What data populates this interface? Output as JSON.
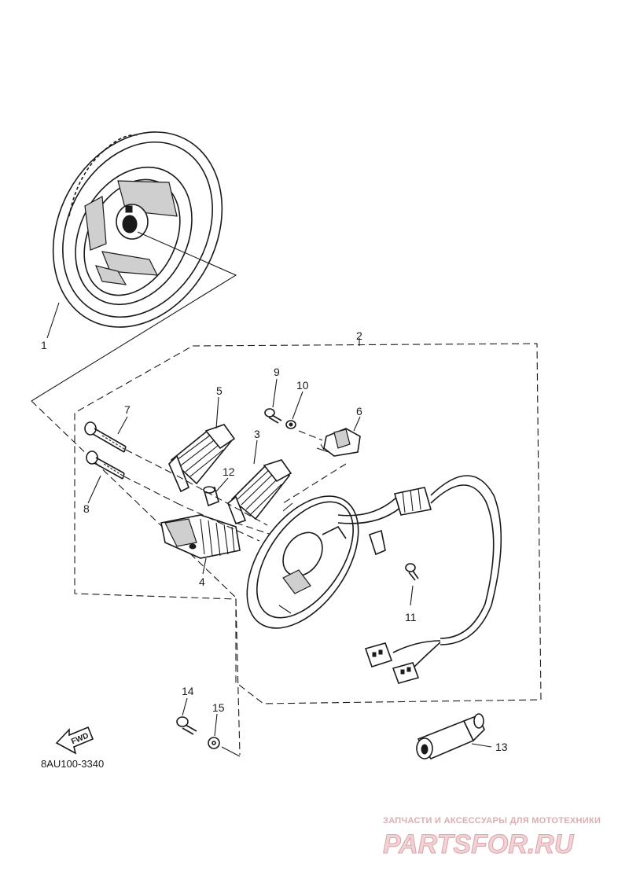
{
  "callouts": {
    "c1": "1",
    "c2": "2",
    "c3": "3",
    "c4": "4",
    "c5": "5",
    "c6": "6",
    "c7": "7",
    "c8": "8",
    "c9": "9",
    "c10": "10",
    "c11": "11",
    "c12": "12",
    "c13": "13",
    "c14": "14",
    "c15": "15"
  },
  "diagram_code": "8AU100-3340",
  "fwd_label": "FWD",
  "watermark": {
    "tagline": "ЗАПЧАСТИ И АКСЕССУАРЫ ДЛЯ МОТОТЕХНИКИ",
    "logo": "PARTSFOR.RU"
  },
  "colors": {
    "ink": "#1a1a1a",
    "watermark": "#dba3aa"
  }
}
